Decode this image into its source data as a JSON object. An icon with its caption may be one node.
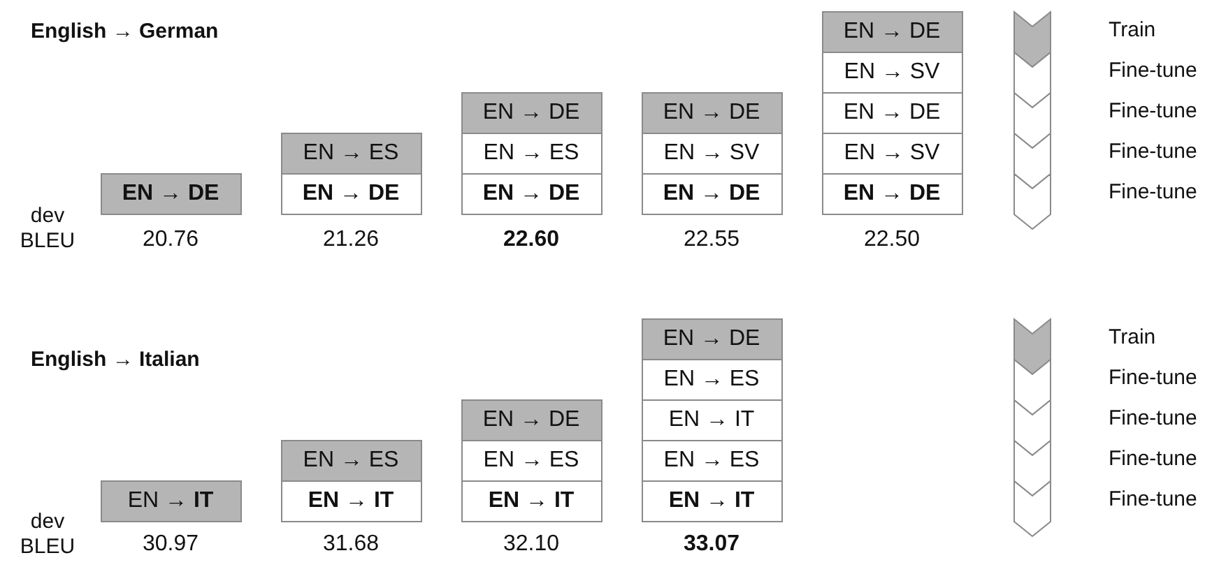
{
  "diagram": {
    "nodes": [
      {
        "text": [
          "**EN** → **DE**"
        ]
      },
      {
        "text": [
          "EN → ES"
        ]
      },
      {
        "text": [
          "**EN** → **DE**"
        ]
      },
      {
        "text": [
          "EN → DE"
        ]
      },
      {
        "text": [
          "EN → ES"
        ]
      },
      {
        "text": [
          "**EN** → **DE**"
        ]
      },
      {
        "text": [
          "EN → DE"
        ]
      },
      {
        "text": [
          "EN → SV"
        ]
      },
      {
        "text": [
          "**EN** → **DE**"
        ]
      },
      {
        "text": [
          "EN → DE"
        ]
      },
      {
        "text": [
          "EN → SV"
        ]
      },
      {
        "text": [
          "EN → DE"
        ]
      },
      {
        "text": [
          "EN → SV"
        ]
      },
      {
        "text": [
          "**EN** → **DE**"
        ]
      },
      {
        "text": [],
        "shape": "chevron",
        "beside": [
          "Train"
        ]
      },
      {
        "text": [],
        "shape": "chevron",
        "beside": [
          "Fine-tune"
        ]
      },
      {
        "text": [],
        "shape": "chevron",
        "beside": [
          "Fine-tune"
        ]
      },
      {
        "text": [],
        "shape": "chevron",
        "beside": [
          "Fine-tune"
        ]
      },
      {
        "text": [],
        "shape": "chevron",
        "beside": [
          "Fine-tune"
        ]
      },
      {
        "text": [
          "EN → **IT**"
        ]
      },
      {
        "text": [
          "EN → ES"
        ]
      },
      {
        "text": [
          "**EN** → **IT**"
        ]
      },
      {
        "text": [
          "EN → DE"
        ]
      },
      {
        "text": [
          "EN → ES"
        ]
      },
      {
        "text": [
          "**EN** → **IT**"
        ]
      },
      {
        "text": [
          "EN → DE"
        ]
      },
      {
        "text": [
          "EN → ES"
        ]
      },
      {
        "text": [
          "EN → IT"
        ]
      },
      {
        "text": [
          "EN → ES"
        ]
      },
      {
        "text": [
          "**EN** → **IT**"
        ]
      },
      {
        "text": [],
        "shape": "chevron",
        "beside": [
          "Train"
        ]
      },
      {
        "text": [],
        "shape": "chevron",
        "beside": [
          "Fine-tune"
        ]
      },
      {
        "text": [],
        "shape": "chevron",
        "beside": [
          "Fine-tune"
        ]
      },
      {
        "text": [],
        "shape": "chevron",
        "beside": [
          "Fine-tune"
        ]
      },
      {
        "text": [],
        "shape": "chevron",
        "beside": [
          "Fine-tune"
        ]
      }
    ],
    "labels": [
      "English → German",
      "dev BLEU",
      "20.76",
      "21.26",
      "22.60",
      "22.55",
      "22.50",
      "English → Italian",
      "dev BLEU",
      "30.97",
      "31.68",
      "32.10",
      "33.07"
    ]
  }
}
